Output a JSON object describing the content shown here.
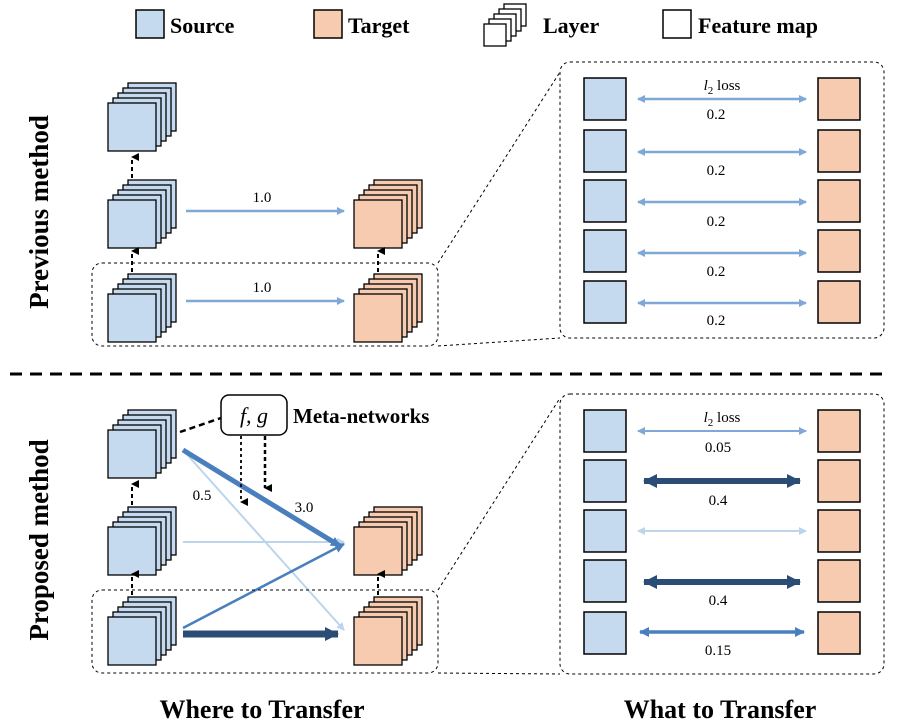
{
  "legend": {
    "source": "Source",
    "target": "Target",
    "layer": "Layer",
    "feature_map": "Feature map"
  },
  "colors": {
    "source_fill": "#c5d9ef",
    "target_fill": "#f7cbb0",
    "dark_arrow": "#2b4c74",
    "mid_arrow": "#4a7fbe",
    "light_arrow": "#7fa8d6",
    "faint_arrow": "#bcd4ec"
  },
  "previous": {
    "label": "Previous method",
    "layer_weights": [
      "1.0",
      "1.0"
    ],
    "detail": {
      "loss_label_base": "l",
      "loss_label_sub": "2",
      "loss_label_rest": " loss",
      "weights": [
        "0.2",
        "0.2",
        "0.2",
        "0.2",
        "0.2"
      ]
    }
  },
  "proposed": {
    "label": "Proposed method",
    "meta_box": "f, g",
    "meta_label": "Meta-networks",
    "weight_a": "0.5",
    "weight_b": "3.0",
    "detail": {
      "loss_label_base": "l",
      "loss_label_sub": "2",
      "loss_label_rest": " loss",
      "weights": [
        "0.05",
        "0.4",
        "",
        "0.4",
        "0.15"
      ]
    }
  },
  "footer": {
    "where": "Where to Transfer",
    "what": "What to Transfer"
  }
}
